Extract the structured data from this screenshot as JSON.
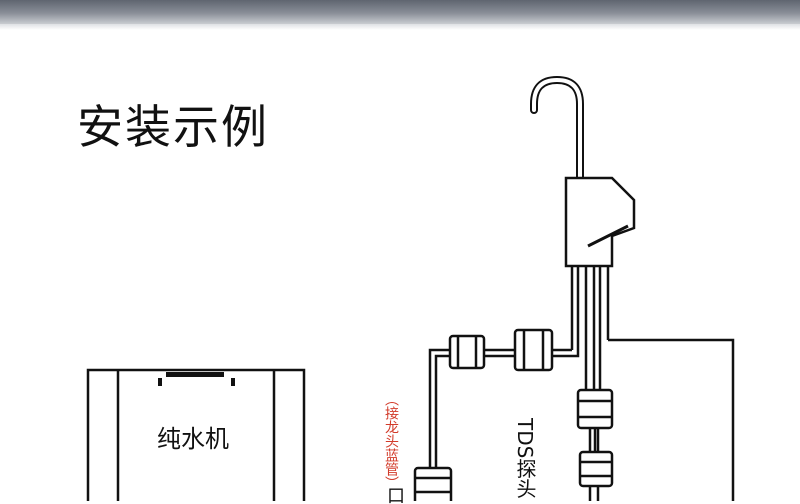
{
  "title": "安装示例",
  "machine_label": "纯水机",
  "faucet_connector_note": "（接龙头蓝管）",
  "tds_probe_label": "TDS探头",
  "outlet_label": "口",
  "colors": {
    "note_red": "#d23b2a",
    "line": "#111111",
    "header_band": "#7a8089"
  }
}
